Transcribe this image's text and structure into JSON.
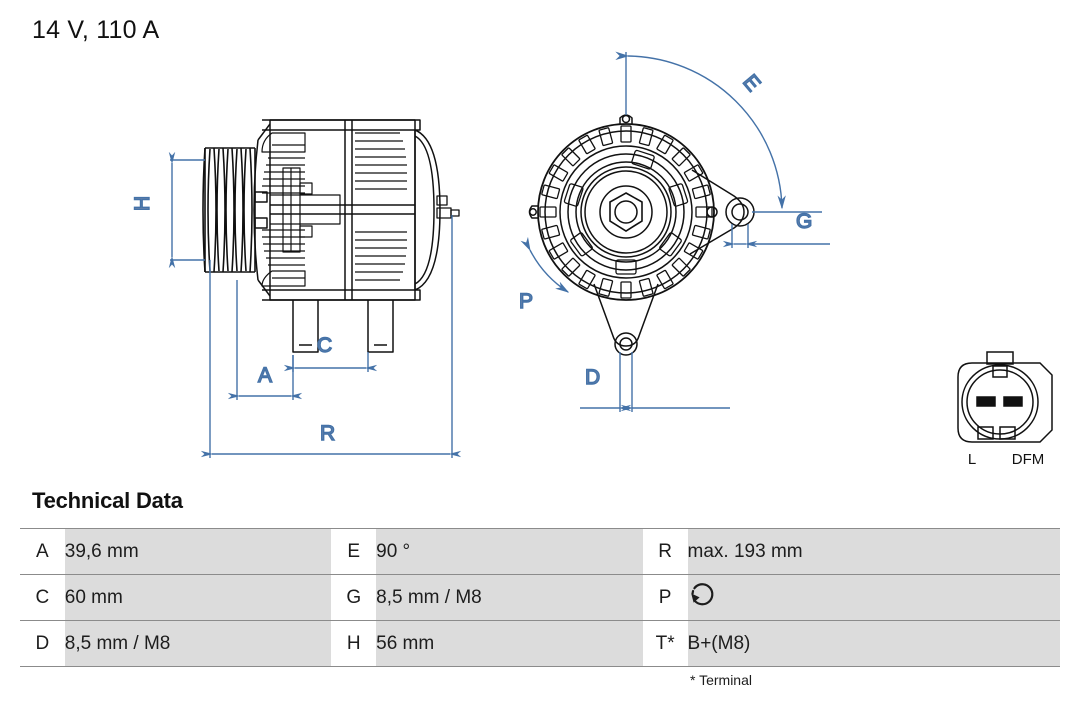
{
  "page": {
    "title": "14 V, 110 A"
  },
  "drawing": {
    "side_view": {
      "name": "alternator-side-view",
      "dimension_labels": [
        "H",
        "A",
        "C",
        "R"
      ]
    },
    "front_view": {
      "name": "alternator-front-view",
      "dimension_labels": [
        "E",
        "G",
        "P",
        "D"
      ]
    },
    "connector": {
      "name": "alternator-connector-plug",
      "pin_labels": [
        "L",
        "DFM"
      ]
    },
    "dim_color": "#4472a8",
    "line_color": "#111111"
  },
  "technical_data": {
    "heading": "Technical Data",
    "footnote": "* Terminal",
    "rows": [
      {
        "key1": "A",
        "val1": "39,6 mm",
        "key2": "E",
        "val2": "90 °",
        "key3": "R",
        "val3": "max. 193 mm"
      },
      {
        "key1": "C",
        "val1": "60 mm",
        "key2": "G",
        "val2": "8,5 mm / M8",
        "key3": "P",
        "val3": "rotation-direction-icon"
      },
      {
        "key1": "D",
        "val1": "8,5 mm / M8",
        "key2": "H",
        "val2": "56 mm",
        "key3": "T*",
        "val3": "B+(M8)"
      }
    ]
  }
}
